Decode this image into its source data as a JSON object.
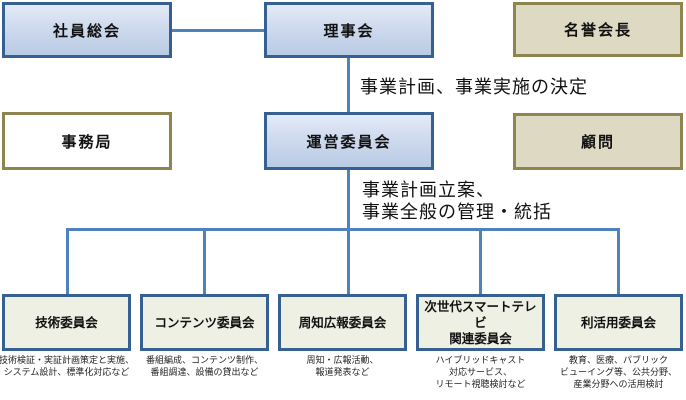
{
  "diagram": {
    "title": "organization-chart",
    "colors": {
      "blue_border": "#376092",
      "blue_fill_top": "#e3ebf7",
      "blue_fill_bottom": "#b9cbe4",
      "tan_border": "#8e844e",
      "tan_fill": "#ddd9c3",
      "white_fill": "#ffffff",
      "committee_fill": "#eef0e3",
      "connector": "#4f81bd",
      "text": "#1a1a1a"
    },
    "nodes": {
      "general_meeting": {
        "label": "社員総会"
      },
      "board": {
        "label": "理事会"
      },
      "honorary_chairman": {
        "label": "名誉会長"
      },
      "secretariat": {
        "label": "事務局"
      },
      "steering_committee": {
        "label": "運営委員会"
      },
      "advisor": {
        "label": "顧問"
      }
    },
    "annotations": {
      "board_decision": "事業計画、事業実施の決定",
      "steering_role_line1": "事業計画立案、",
      "steering_role_line2": "事業全般の管理・統括"
    },
    "committees": [
      {
        "label": "技術委員会",
        "desc": [
          "技術検証・実証計画策定と実施、",
          "システム設計、標準化対応など"
        ]
      },
      {
        "label": "コンテンツ委員会",
        "desc": [
          "番組編成、コンテンツ制作、",
          "番組調達、設備の貸出など"
        ]
      },
      {
        "label": "周知広報委員会",
        "desc": [
          "周知・広報活動、",
          "報道発表など"
        ]
      },
      {
        "label": "次世代スマートテレビ",
        "label2": "関連委員会",
        "desc": [
          "ハイブリッドキャスト",
          "対応サービス、",
          "リモート視聴検討など"
        ]
      },
      {
        "label": "利活用委員会",
        "desc": [
          "教育、医療、パブリック",
          "ビューイング等、公共分野、",
          "産業分野への活用検討"
        ]
      }
    ]
  }
}
